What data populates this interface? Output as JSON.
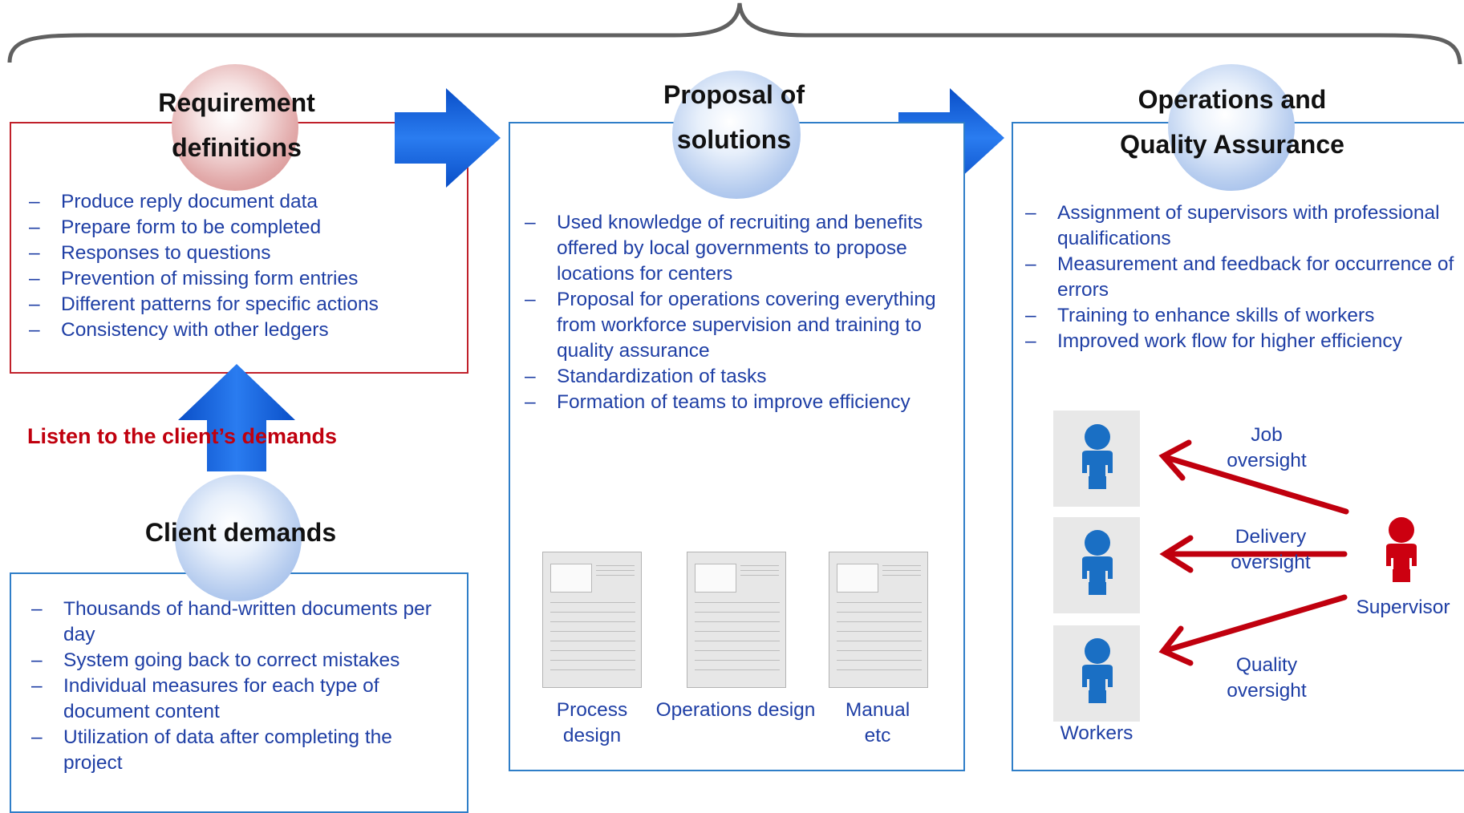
{
  "requirement": {
    "title_line1": "Requirement",
    "title_line2": "definitions",
    "items": [
      "Produce reply document data",
      "Prepare form to be completed",
      "Responses to questions",
      "Prevention of missing form entries",
      "Different patterns for specific actions",
      "Consistency with other ledgers"
    ]
  },
  "listen_label": "Listen to the client’s demands",
  "client": {
    "title": "Client demands",
    "items": [
      "Thousands of hand-written documents per day",
      "System going back to correct mistakes",
      "Individual measures for each type of document content",
      "Utilization of data after completing the project"
    ]
  },
  "proposal": {
    "title_line1": "Proposal of",
    "title_line2": "solutions",
    "items": [
      "Used knowledge of recruiting and benefits offered by local governments to propose locations for centers",
      "Proposal for operations covering everything from workforce supervision and training to quality assurance",
      "Standardization of tasks",
      "Formation of teams to improve efficiency"
    ],
    "doc_labels": {
      "process_line1": "Process",
      "process_line2": "design",
      "operations": "Operations design",
      "manual_line1": "Manual",
      "manual_line2": "etc"
    }
  },
  "operations": {
    "title_line1": "Operations and",
    "title_line2": "Quality Assurance",
    "items": [
      "Assignment of supervisors with professional qualifications",
      "Measurement and feedback for occurrence of errors",
      "Training to enhance skills of workers",
      "Improved work flow for higher efficiency"
    ],
    "oversight": {
      "job_line1": "Job",
      "job_line2": "oversight",
      "delivery_line1": "Delivery",
      "delivery_line2": "oversight",
      "quality_line1": "Quality",
      "quality_line2": "oversight"
    },
    "workers_label": "Workers",
    "supervisor_label": "Supervisor"
  },
  "colors": {
    "blue_text": "#1f3fa5",
    "red_text": "#c0000e",
    "panel_red": "#c0202a",
    "panel_blue": "#2f7ec8",
    "arrow_blue": "#1464e0",
    "arrow_red": "#c0000e",
    "person_blue": "#1a6fc4",
    "person_red": "#cc0010"
  }
}
